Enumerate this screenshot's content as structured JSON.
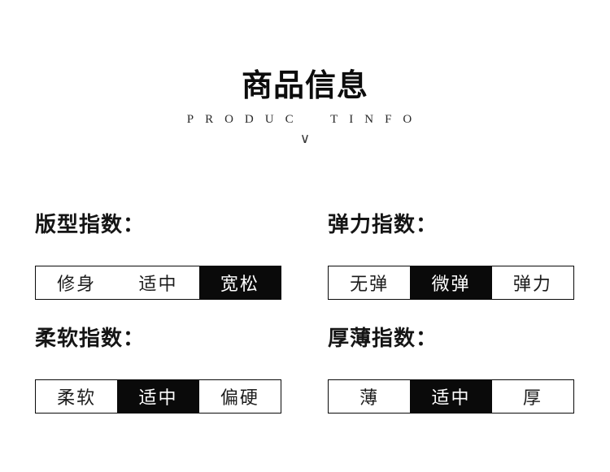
{
  "header": {
    "title": "商品信息",
    "subtitle": "PRODUC TINFO",
    "chevron_icon": "∨"
  },
  "colors": {
    "page_bg": "#ffffff",
    "title_text": "#0c0c0c",
    "selected_bg": "#0a0a0a",
    "selected_text": "#ffffff",
    "bar_border": "#0a0a0a"
  },
  "sections": [
    {
      "label": "版型指数：",
      "options": [
        "修身",
        "适中",
        "宽松"
      ],
      "selected": 2
    },
    {
      "label": "弹力指数：",
      "options": [
        "无弹",
        "微弹",
        "弹力"
      ],
      "selected": 1
    },
    {
      "label": "柔软指数：",
      "options": [
        "柔软",
        "适中",
        "偏硬"
      ],
      "selected": 1
    },
    {
      "label": "厚薄指数：",
      "options": [
        "薄",
        "适中",
        "厚"
      ],
      "selected": 1
    }
  ]
}
